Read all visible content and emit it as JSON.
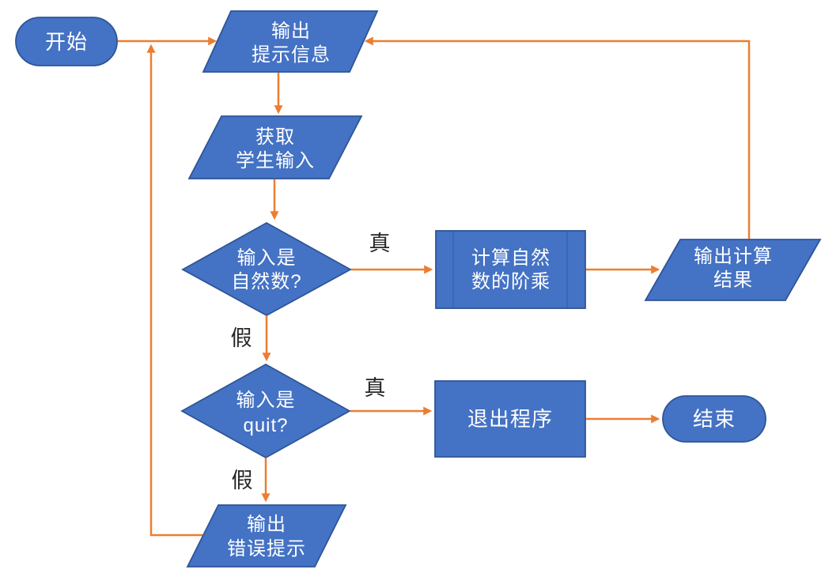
{
  "diagram": {
    "type": "flowchart",
    "description": "Flowchart of a program that repeatedly prompts a student for input, computes the factorial of natural numbers, and exits on quit",
    "colors": {
      "background": "#ffffff",
      "shape_fill": "#4472C4",
      "shape_border": "#2F5597",
      "connector": "#ED7D31",
      "node_text": "#ffffff",
      "branch_text": "#262626"
    },
    "nodes": [
      {
        "id": "start",
        "type": "terminator",
        "lines": [
          "开始"
        ]
      },
      {
        "id": "output-prompt",
        "type": "io-parallelogram",
        "lines": [
          "输出",
          "提示信息"
        ]
      },
      {
        "id": "get-input",
        "type": "io-parallelogram",
        "lines": [
          "获取",
          "学生输入"
        ]
      },
      {
        "id": "is-natural",
        "type": "decision",
        "lines": [
          "输入是",
          "自然数?"
        ]
      },
      {
        "id": "calc-factorial",
        "type": "predefined-process",
        "lines": [
          "计算自然",
          "数的阶乘"
        ]
      },
      {
        "id": "output-result",
        "type": "io-parallelogram",
        "lines": [
          "输出计算",
          "结果"
        ]
      },
      {
        "id": "is-quit",
        "type": "decision",
        "lines": [
          "输入是",
          "quit?"
        ]
      },
      {
        "id": "exit-program",
        "type": "process",
        "lines": [
          "退出程序"
        ]
      },
      {
        "id": "end",
        "type": "terminator",
        "lines": [
          "结束"
        ]
      },
      {
        "id": "output-error",
        "type": "io-parallelogram",
        "lines": [
          "输出",
          "错误提示"
        ]
      }
    ],
    "edges": [
      {
        "from": "start",
        "to": "output-prompt",
        "label": ""
      },
      {
        "from": "output-prompt",
        "to": "get-input",
        "label": ""
      },
      {
        "from": "get-input",
        "to": "is-natural",
        "label": ""
      },
      {
        "from": "is-natural",
        "to": "calc-factorial",
        "label": "真"
      },
      {
        "from": "calc-factorial",
        "to": "output-result",
        "label": ""
      },
      {
        "from": "output-result",
        "to": "output-prompt",
        "label": ""
      },
      {
        "from": "is-natural",
        "to": "is-quit",
        "label": "假"
      },
      {
        "from": "is-quit",
        "to": "exit-program",
        "label": "真"
      },
      {
        "from": "exit-program",
        "to": "end",
        "label": ""
      },
      {
        "from": "is-quit",
        "to": "output-error",
        "label": "假"
      },
      {
        "from": "output-error",
        "to": "output-prompt",
        "label": ""
      }
    ]
  }
}
